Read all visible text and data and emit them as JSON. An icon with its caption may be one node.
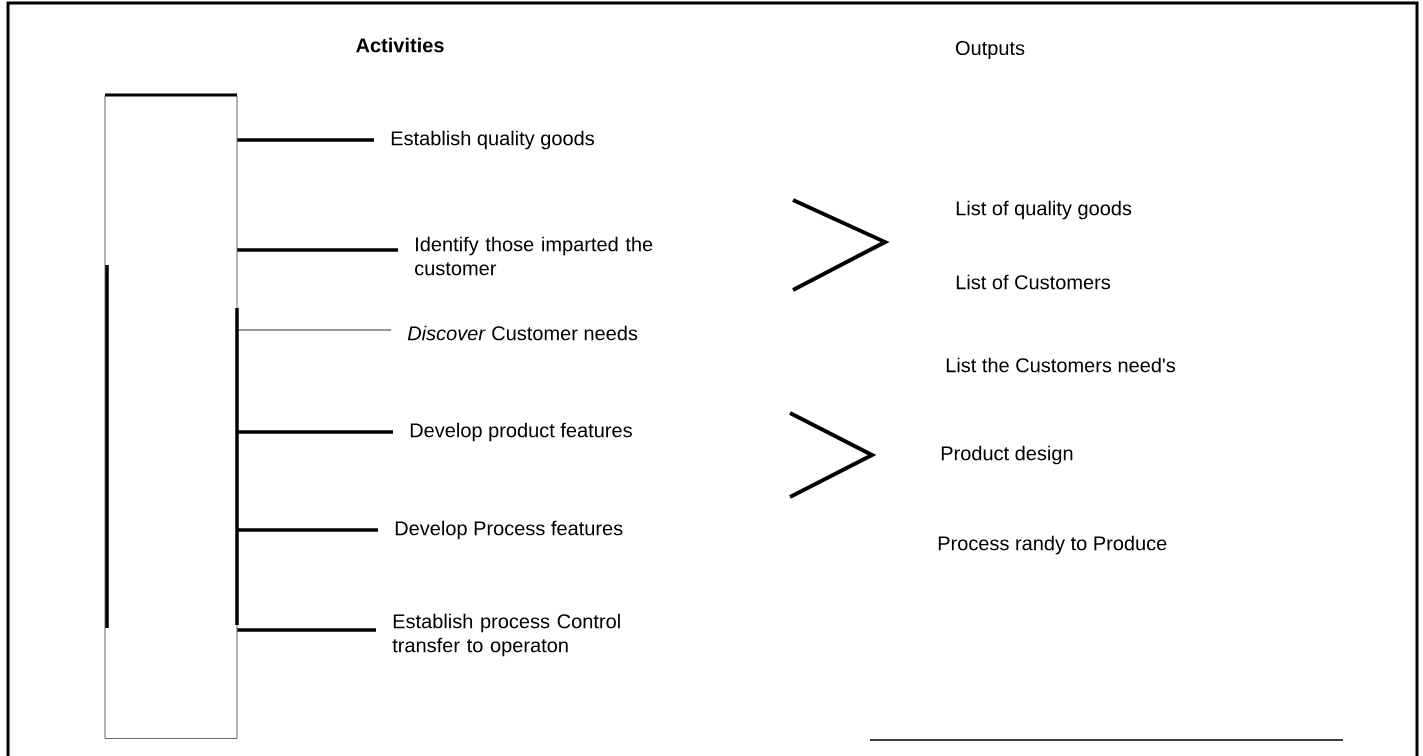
{
  "diagram": {
    "nodes": [
      {
        "text": [],
        "shape": "box"
      },
      {
        "text": [
          "Establish quality goods"
        ]
      },
      {
        "text": [
          "Identify those imparted the customer"
        ]
      },
      {
        "text": [
          "*Discover* Customer needs"
        ]
      },
      {
        "text": [
          "Develop product features"
        ]
      },
      {
        "text": [
          "Develop Process features"
        ]
      },
      {
        "text": [
          "Establish process Control transfer to operaton"
        ]
      },
      {
        "text": [
          "List of quality goods"
        ]
      },
      {
        "text": [
          "List of Customers"
        ]
      },
      {
        "text": [
          "List the Customers need's"
        ]
      },
      {
        "text": [
          "Product design"
        ]
      },
      {
        "text": [
          "Process randy to Produce"
        ]
      }
    ],
    "edges": [
      {
        "from": 0,
        "to": 1,
        "arrow": "none"
      },
      {
        "from": 0,
        "to": 2,
        "arrow": "none"
      },
      {
        "from": 0,
        "to": 3,
        "arrow": "none"
      },
      {
        "from": 0,
        "to": 4,
        "arrow": "none"
      },
      {
        "from": 0,
        "to": 5,
        "arrow": "none"
      },
      {
        "from": 0,
        "to": 6,
        "arrow": "none"
      }
    ],
    "labels": [
      "Activities",
      "Outputs"
    ]
  }
}
